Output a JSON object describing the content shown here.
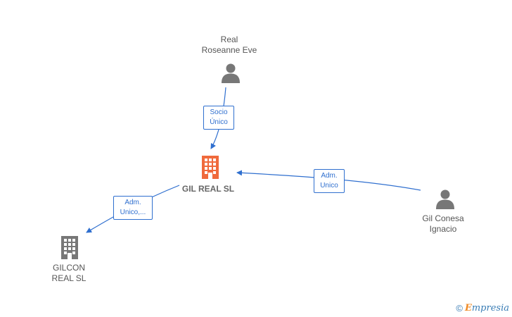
{
  "nodes": {
    "roseanne": {
      "lines": [
        "Real",
        "Roseanne Eve"
      ],
      "icon": "person-icon"
    },
    "gil_real": {
      "lines": [
        "GIL REAL  SL"
      ],
      "icon": "building-icon",
      "color": "#f06a3c"
    },
    "gil_conesa": {
      "lines": [
        "Gil Conesa",
        "Ignacio"
      ],
      "icon": "person-icon"
    },
    "gilcon": {
      "lines": [
        "GILCON",
        "REAL  SL"
      ],
      "icon": "building-icon",
      "color": "#777777"
    }
  },
  "edges": {
    "roseanne_to_gilreal": {
      "lines": [
        "Socio",
        "Único"
      ]
    },
    "conesa_to_gilreal": {
      "lines": [
        "Adm.",
        "Unico"
      ]
    },
    "gilreal_to_gilcon": {
      "lines": [
        "Adm.",
        "Unico,..."
      ]
    }
  },
  "colors": {
    "edge": "#2f6fcf",
    "person": "#777777"
  },
  "watermark": {
    "symbol": "©",
    "brand_first": "E",
    "brand_rest": "mpresia"
  }
}
